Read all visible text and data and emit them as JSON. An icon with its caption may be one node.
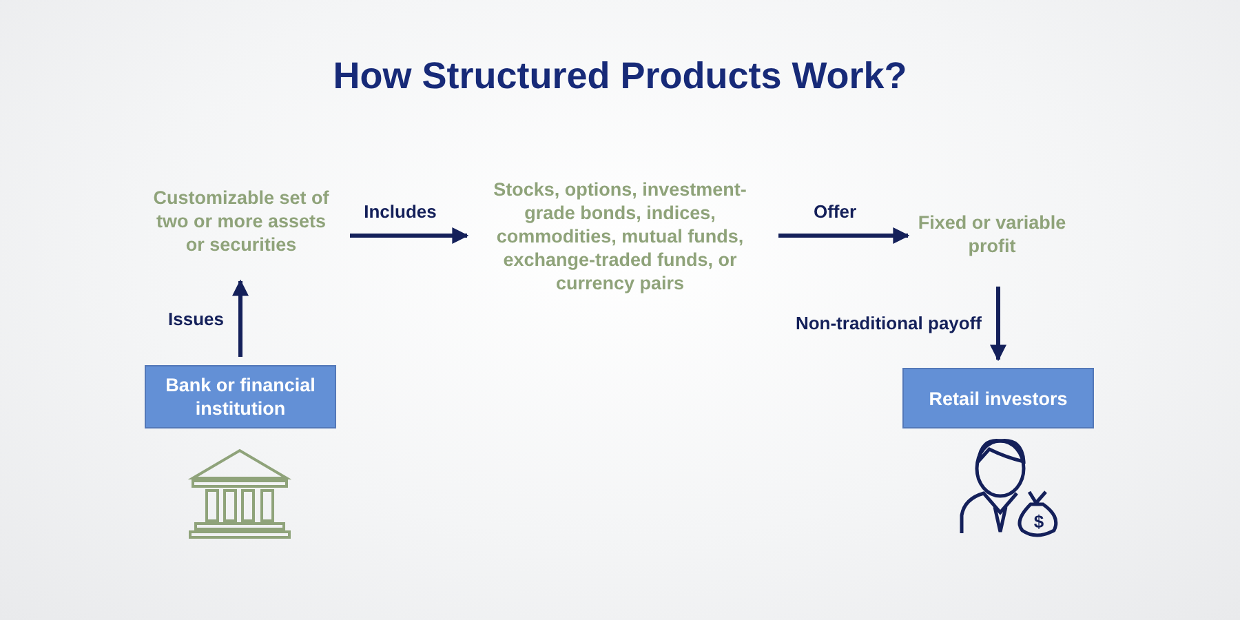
{
  "diagram": {
    "title": "How Structured Products Work?",
    "nodes": [
      {
        "text": [
          "Customizable set of two or more assets or securities"
        ]
      },
      {
        "text": [
          "Stocks, options, investment-grade bonds, indices, commodities, mutual funds, exchange-traded funds, or currency pairs"
        ]
      },
      {
        "text": [
          "Fixed or variable profit"
        ]
      },
      {
        "text": [
          "Bank or financial institution"
        ]
      },
      {
        "text": [
          "Retail investors"
        ]
      }
    ],
    "edges": [
      {
        "from": 3,
        "to": 0,
        "arrow": "to",
        "label": "Issues"
      },
      {
        "from": 0,
        "to": 1,
        "arrow": "to",
        "label": "Includes"
      },
      {
        "from": 1,
        "to": 2,
        "arrow": "to",
        "label": "Offer"
      },
      {
        "from": 2,
        "to": 4,
        "arrow": "to",
        "label": "Non-traditional payoff"
      }
    ],
    "labels": [
      "$"
    ]
  }
}
